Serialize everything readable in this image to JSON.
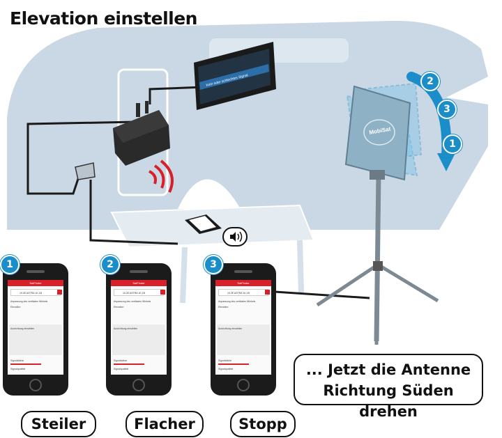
{
  "title": "Elevation einstellen",
  "tv_screen_text": "Kein oder schlechtes Signal",
  "antenna_logo": "MobiSat",
  "rotation_steps": [
    "2",
    "3",
    "1"
  ],
  "callout": {
    "line1": "... Jetzt die Antenne",
    "line2": "Richtung Süden drehen"
  },
  "phones": [
    {
      "step": "1",
      "label": "Steiler"
    },
    {
      "step": "2",
      "label": "Flacher"
    },
    {
      "step": "3",
      "label": "Stopp"
    }
  ],
  "app": {
    "header": "SatFinder",
    "satellite": "19.2E ASTRA 1K,1B",
    "section1": "Anpassung des vertikalen Winkels",
    "row_label": "Elevation",
    "section2": "Ausrichtung einstellen",
    "signal_strength": "Signalstärke",
    "signal_quality": "Signalqualität"
  },
  "colors": {
    "caravan": "#c9d8e4",
    "accent_blue": "#1b8dc8",
    "accent_red": "#d8202a"
  }
}
